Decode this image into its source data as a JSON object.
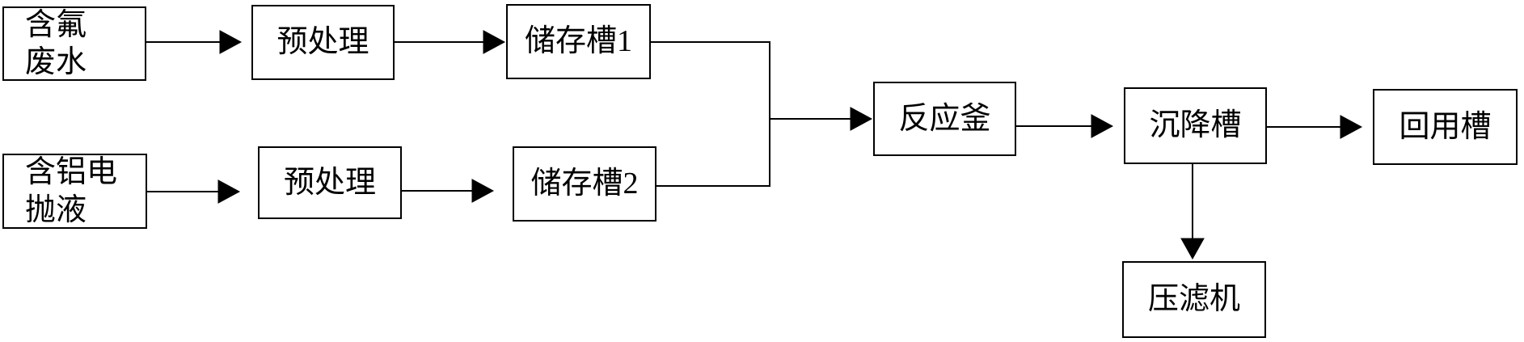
{
  "diagram": {
    "type": "flowchart",
    "background_color": "#ffffff",
    "line_color": "#000000",
    "box_fill_color": "#ffffff",
    "nodes": [
      {
        "id": "fluoride-wastewater",
        "label": "含氟\n废水"
      },
      {
        "id": "pretreatment-1",
        "label": "预处理"
      },
      {
        "id": "storage-tank-1",
        "label": "储存槽1"
      },
      {
        "id": "aluminum-electropolish-liquid",
        "label": "含铝电\n抛液"
      },
      {
        "id": "pretreatment-2",
        "label": "预处理"
      },
      {
        "id": "storage-tank-2",
        "label": "储存槽2"
      },
      {
        "id": "reactor",
        "label": "反应釜"
      },
      {
        "id": "settling-tank",
        "label": "沉降槽"
      },
      {
        "id": "reuse-tank",
        "label": "回用槽"
      },
      {
        "id": "filter-press",
        "label": "压滤机"
      }
    ],
    "edges": [
      {
        "from": "含氟废水",
        "to": "预处理"
      },
      {
        "from": "预处理",
        "to": "储存槽1"
      },
      {
        "from": "含铝电抛液",
        "to": "预处理"
      },
      {
        "from": "预处理",
        "to": "储存槽2"
      },
      {
        "from": "储存槽1",
        "to": "反应釜"
      },
      {
        "from": "储存槽2",
        "to": "反应釜"
      },
      {
        "from": "反应釜",
        "to": "沉降槽"
      },
      {
        "from": "沉降槽",
        "to": "回用槽"
      },
      {
        "from": "沉降槽",
        "to": "压滤机"
      }
    ]
  }
}
